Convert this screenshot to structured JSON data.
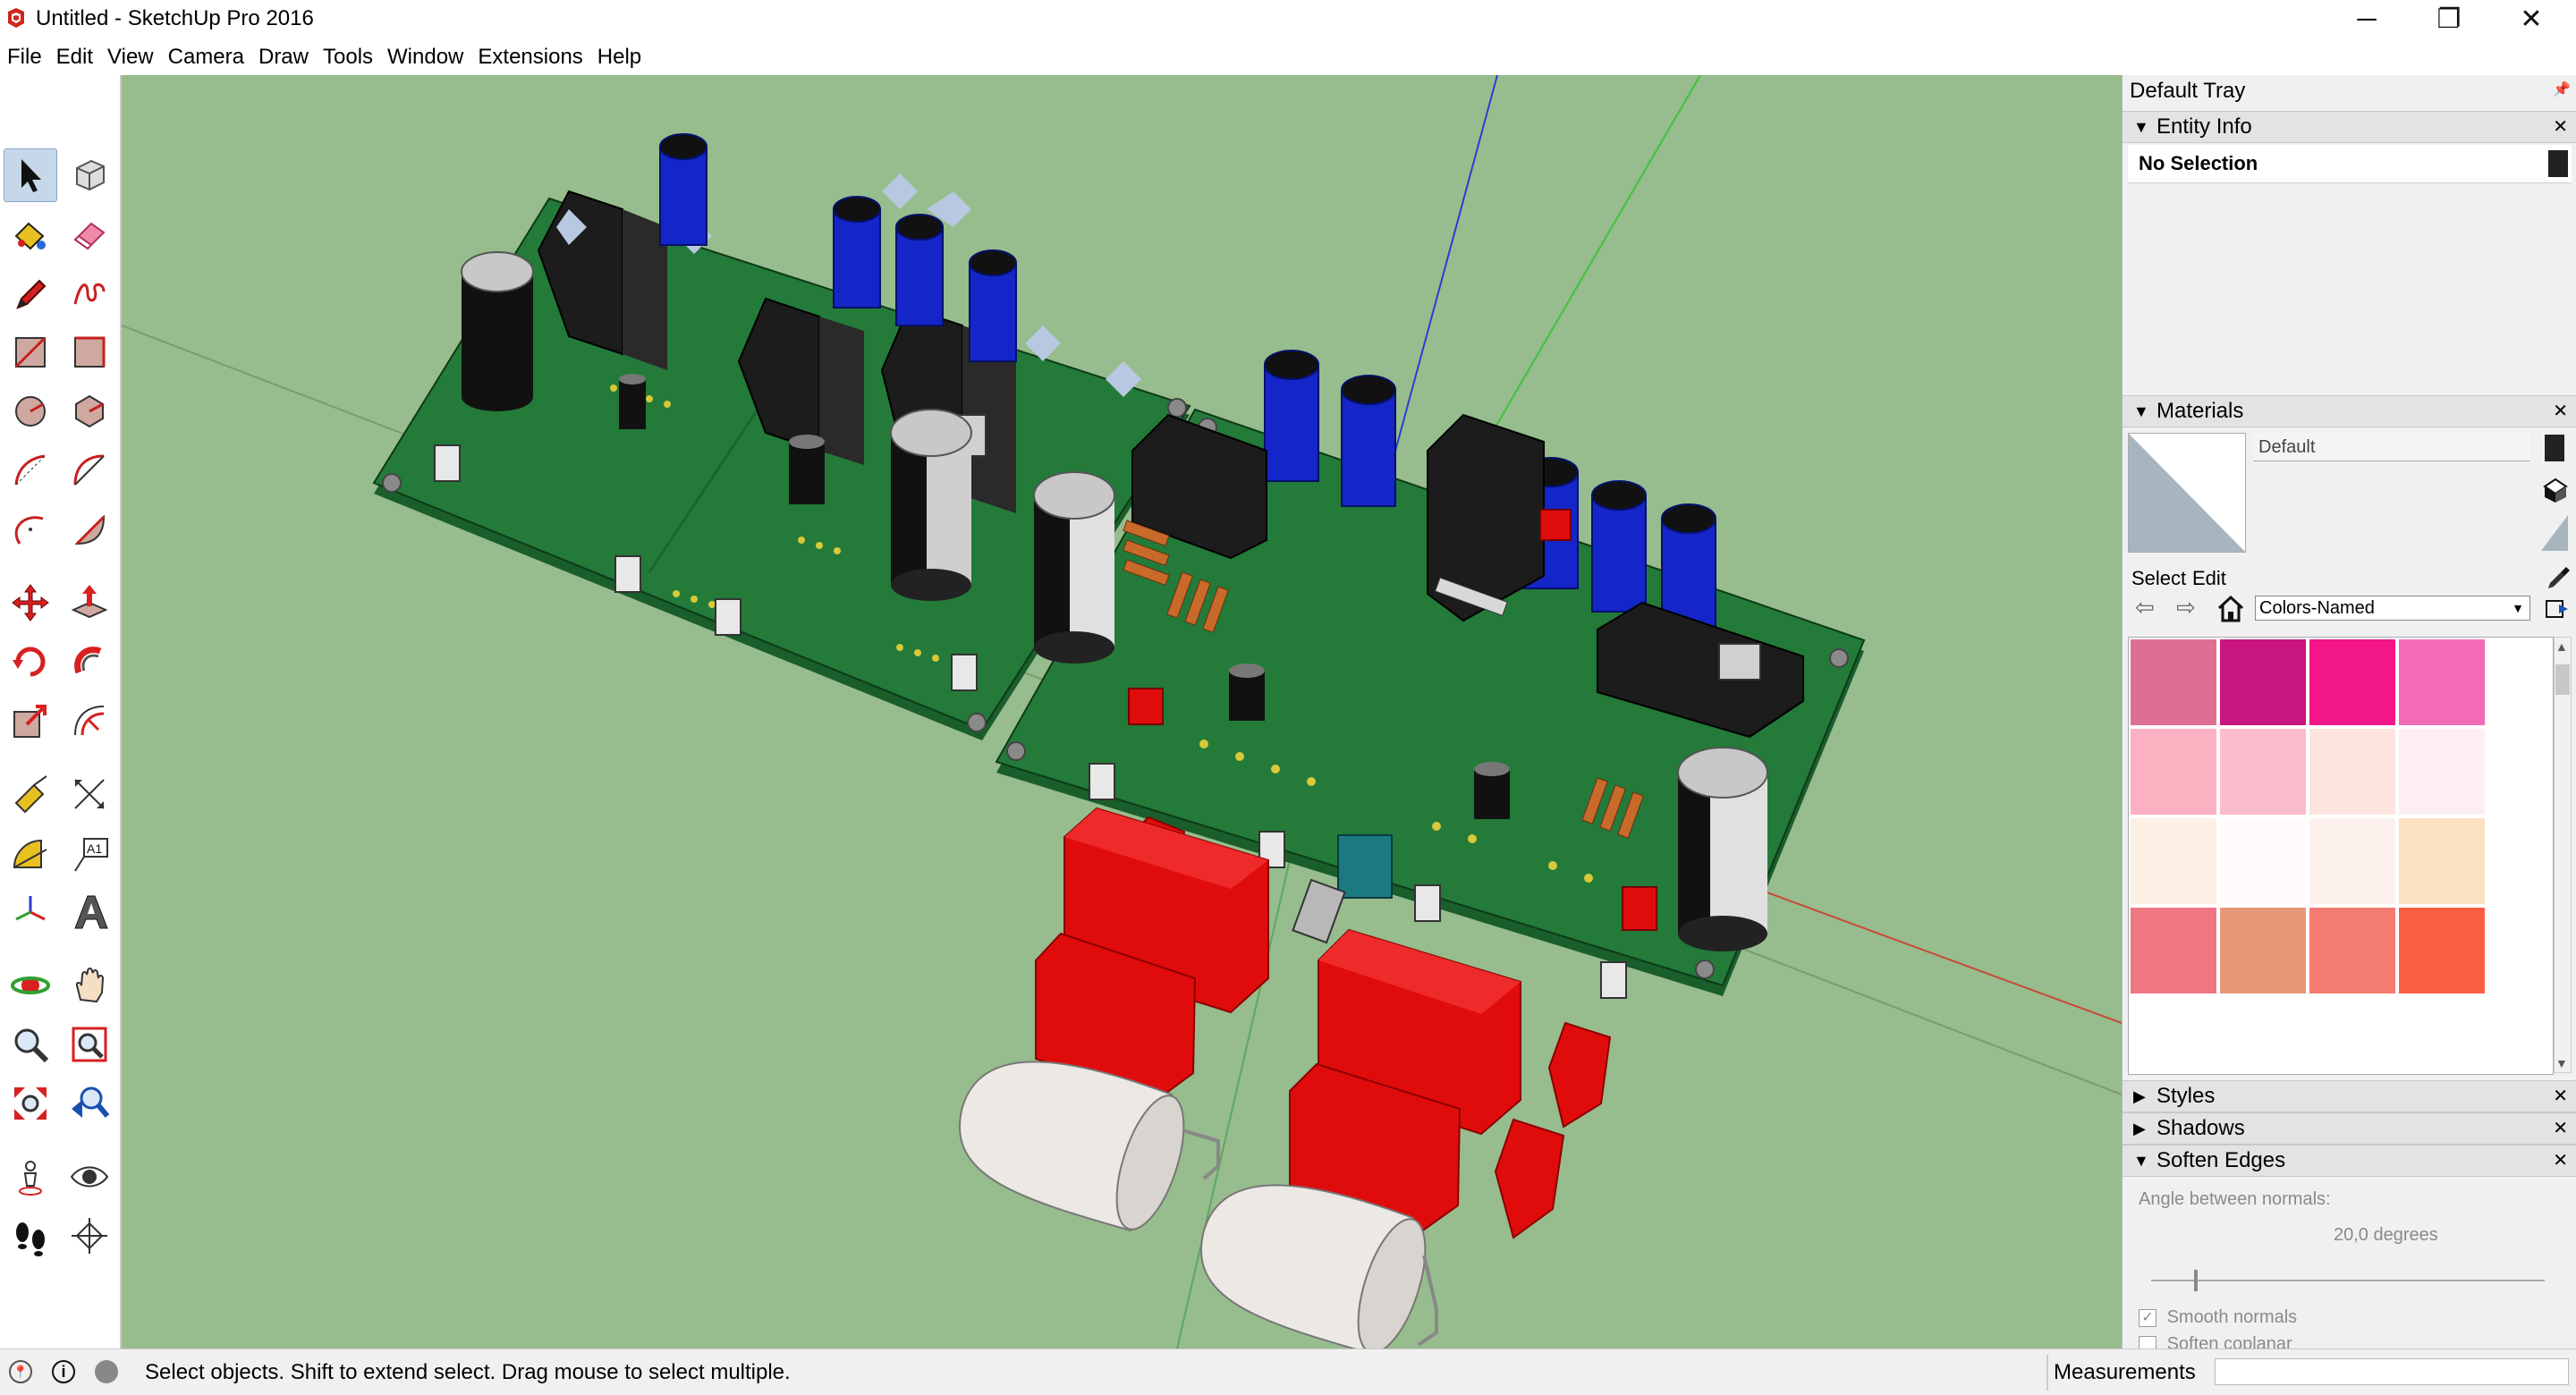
{
  "window": {
    "title": "Untitled - SketchUp Pro 2016",
    "minimize_glyph": "─",
    "restore_glyph": "❐",
    "close_glyph": "✕"
  },
  "menu": [
    "File",
    "Edit",
    "View",
    "Camera",
    "Draw",
    "Tools",
    "Window",
    "Extensions",
    "Help"
  ],
  "toolbar": {
    "tools": [
      "select-tool-icon",
      "make-component-icon",
      "paint-bucket-icon",
      "eraser-icon",
      "pencil-line-icon",
      "freehand-icon",
      "rectangle-icon",
      "rotated-rectangle-icon",
      "circle-icon",
      "polygon-icon",
      "arc-icon",
      "two-point-arc-icon",
      "three-point-arc-icon",
      "pie-icon",
      "move-icon",
      "push-pull-icon",
      "rotate-icon",
      "follow-me-icon",
      "scale-icon",
      "offset-icon",
      "tape-measure-icon",
      "dimension-icon",
      "protractor-icon",
      "text-icon",
      "axes-icon",
      "3d-text-icon",
      "orbit-icon",
      "pan-icon",
      "zoom-icon",
      "zoom-window-icon",
      "zoom-extents-icon",
      "previous-view-icon",
      "position-camera-icon",
      "look-around-icon",
      "walk-icon",
      "section-plane-icon"
    ],
    "text_tool_label": "A1"
  },
  "tray": {
    "title": "Default Tray",
    "entity_info": {
      "header": "Entity Info",
      "selection": "No Selection"
    },
    "materials": {
      "header": "Materials",
      "material_name": "Default",
      "tab_select": "Select",
      "tab_edit": "Edit",
      "library": "Colors-Named",
      "swatches": [
        "#de6f93",
        "#c8157f",
        "#f2168a",
        "#f36bb7",
        "#fbb1c2",
        "#fbbccb",
        "#fde4df",
        "#fdeff1",
        "#fcefe4",
        "#fefbfa",
        "#fdf1ed",
        "#fde1c3",
        "#ef7783",
        "#e79677",
        "#f37b6f",
        "#fa5f44"
      ]
    },
    "styles": {
      "header": "Styles"
    },
    "shadows": {
      "header": "Shadows"
    },
    "soften_edges": {
      "header": "Soften Edges",
      "angle_label": "Angle between normals:",
      "angle_value": "20,0  degrees",
      "angle_fraction": 0.11,
      "smooth_normals_label": "Smooth normals",
      "smooth_normals_checked": true,
      "soften_coplanar_label": "Soften coplanar",
      "soften_coplanar_checked": false
    }
  },
  "statusbar": {
    "hint": "Select objects. Shift to extend select. Drag mouse to select multiple.",
    "measurements_label": "Measurements"
  },
  "colors": {
    "viewport_bg": "#97bc8d",
    "pcb_green": "#237a39",
    "capacitor_blue": "#1426c8",
    "film_cap_red": "#e00c0c",
    "heatsink": "#1c1c1c",
    "axis_red": "#c84a3a",
    "axis_green": "#3cc43c",
    "axis_blue": "#2c3cd0"
  }
}
